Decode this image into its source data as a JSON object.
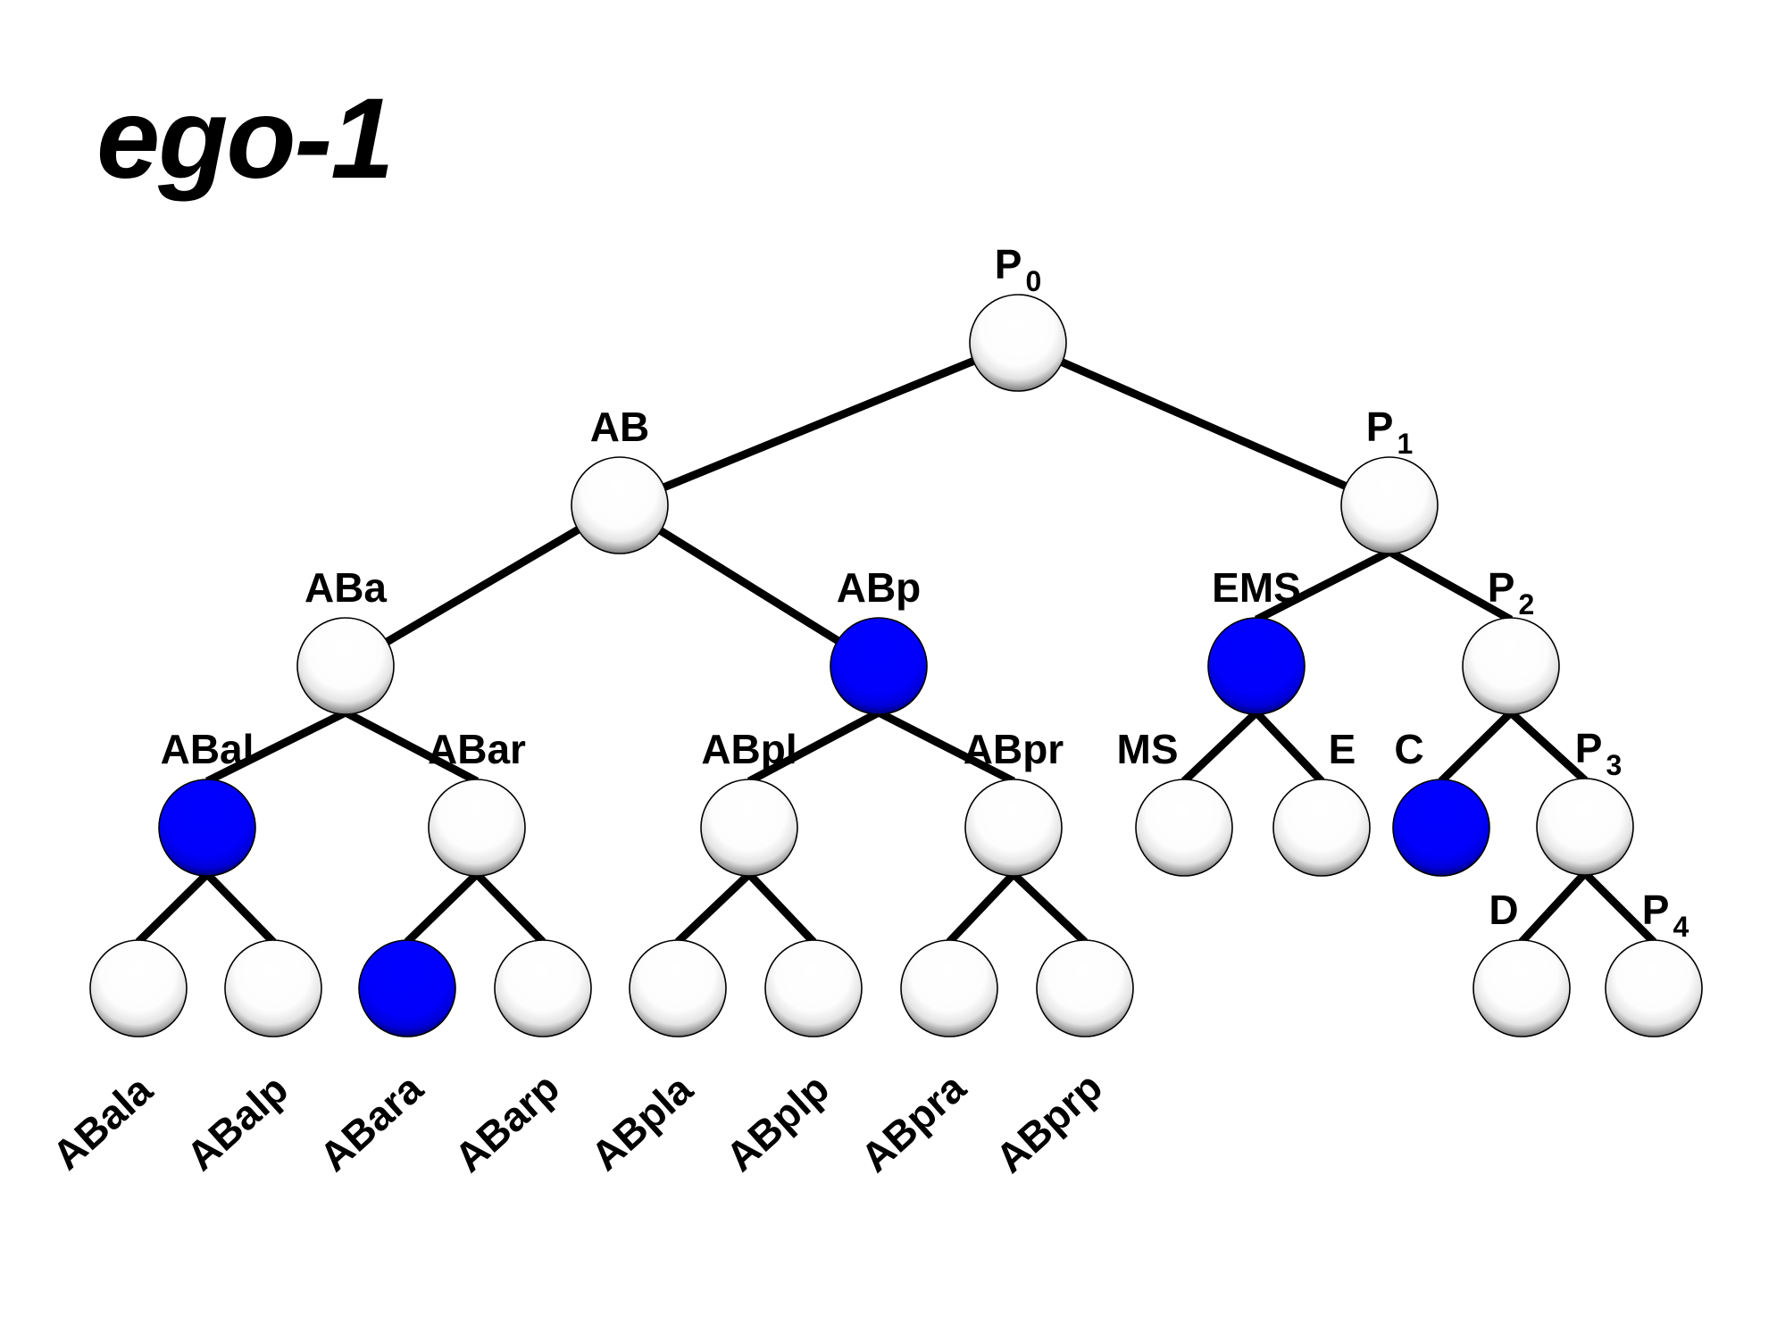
{
  "title": "ego-1",
  "legend": {
    "expressed_color": "#0000FF",
    "not_expressed_color": "#FFFFFF"
  },
  "lineage": {
    "nodes": [
      {
        "id": "P0",
        "base": "P",
        "sub": "0",
        "parent": null,
        "expressed": false
      },
      {
        "id": "AB",
        "base": "AB",
        "sub": "",
        "parent": "P0",
        "expressed": false
      },
      {
        "id": "P1",
        "base": "P",
        "sub": "1",
        "parent": "P0",
        "expressed": false
      },
      {
        "id": "ABa",
        "base": "ABa",
        "sub": "",
        "parent": "AB",
        "expressed": false
      },
      {
        "id": "ABp",
        "base": "ABp",
        "sub": "",
        "parent": "AB",
        "expressed": true
      },
      {
        "id": "EMS",
        "base": "EMS",
        "sub": "",
        "parent": "P1",
        "expressed": true
      },
      {
        "id": "P2",
        "base": "P",
        "sub": "2",
        "parent": "P1",
        "expressed": false
      },
      {
        "id": "ABal",
        "base": "ABal",
        "sub": "",
        "parent": "ABa",
        "expressed": true
      },
      {
        "id": "ABar",
        "base": "ABar",
        "sub": "",
        "parent": "ABa",
        "expressed": false
      },
      {
        "id": "ABpl",
        "base": "ABpl",
        "sub": "",
        "parent": "ABp",
        "expressed": false
      },
      {
        "id": "ABpr",
        "base": "ABpr",
        "sub": "",
        "parent": "ABp",
        "expressed": false
      },
      {
        "id": "MS",
        "base": "MS",
        "sub": "",
        "parent": "EMS",
        "expressed": false
      },
      {
        "id": "E",
        "base": "E",
        "sub": "",
        "parent": "EMS",
        "expressed": false
      },
      {
        "id": "C",
        "base": "C",
        "sub": "",
        "parent": "P2",
        "expressed": true
      },
      {
        "id": "P3",
        "base": "P",
        "sub": "3",
        "parent": "P2",
        "expressed": false
      },
      {
        "id": "ABala",
        "base": "ABala",
        "sub": "",
        "parent": "ABal",
        "expressed": false
      },
      {
        "id": "ABalp",
        "base": "ABalp",
        "sub": "",
        "parent": "ABal",
        "expressed": false
      },
      {
        "id": "ABara",
        "base": "ABara",
        "sub": "",
        "parent": "ABar",
        "expressed": true
      },
      {
        "id": "ABarp",
        "base": "ABarp",
        "sub": "",
        "parent": "ABar",
        "expressed": false
      },
      {
        "id": "ABpla",
        "base": "ABpla",
        "sub": "",
        "parent": "ABpl",
        "expressed": false
      },
      {
        "id": "ABplp",
        "base": "ABplp",
        "sub": "",
        "parent": "ABpl",
        "expressed": false
      },
      {
        "id": "ABpra",
        "base": "ABpra",
        "sub": "",
        "parent": "ABpr",
        "expressed": false
      },
      {
        "id": "ABprp",
        "base": "ABprp",
        "sub": "",
        "parent": "ABpr",
        "expressed": false
      },
      {
        "id": "D",
        "base": "D",
        "sub": "",
        "parent": "P3",
        "expressed": false
      },
      {
        "id": "P4",
        "base": "P",
        "sub": "4",
        "parent": "P3",
        "expressed": false
      }
    ]
  }
}
